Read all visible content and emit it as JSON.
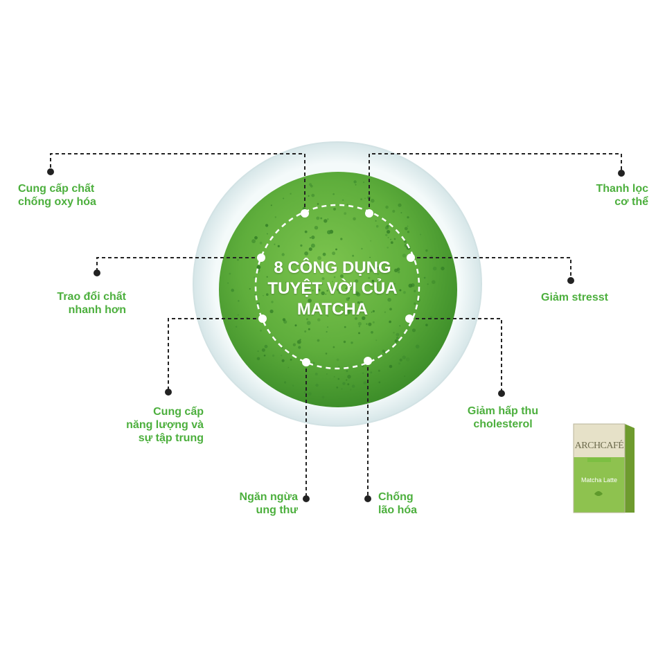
{
  "title_lines": [
    "8 CÔNG DỤNG",
    "TUYỆT VỜI CỦA",
    "MATCHA"
  ],
  "benefits": [
    {
      "lines": [
        "Cung cấp chất",
        "chống oxy hóa"
      ]
    },
    {
      "lines": [
        "Thanh lọc",
        "cơ thể"
      ]
    },
    {
      "lines": [
        "Trao đổi chất",
        "nhanh hơn"
      ]
    },
    {
      "lines": [
        "Giảm stresst"
      ]
    },
    {
      "lines": [
        "Cung cấp",
        "năng lượng và",
        "sự tập trung"
      ]
    },
    {
      "lines": [
        "Giảm hấp thu",
        "cholesterol"
      ]
    },
    {
      "lines": [
        "Ngăn ngừa",
        "ung thư"
      ]
    },
    {
      "lines": [
        "Chống",
        "lão hóa"
      ]
    }
  ],
  "product": {
    "brand": "ARCHCAFÉ",
    "name": "Matcha Latte"
  },
  "colors": {
    "label_green": "#4caf3d",
    "matcha_green": "#5fb23f",
    "cup_rim": "#eef6f6",
    "leader_line": "#222222"
  }
}
